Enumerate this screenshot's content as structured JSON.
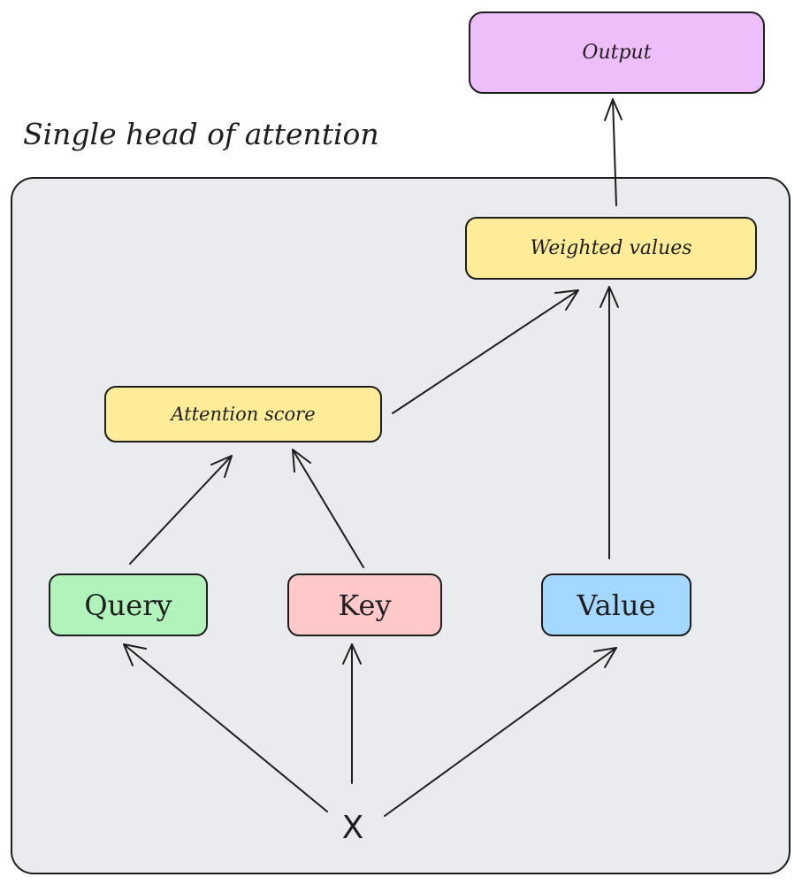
{
  "diagram": {
    "title": "Single head of attention",
    "nodes": {
      "output": {
        "label": "Output",
        "color": "#eebefa"
      },
      "weighted": {
        "label": "Weighted values",
        "color": "#ffec99"
      },
      "score": {
        "label": "Attention score",
        "color": "#ffec99"
      },
      "query": {
        "label": "Query",
        "color": "#b2f2bb"
      },
      "key": {
        "label": "Key",
        "color": "#ffc9c9"
      },
      "value": {
        "label": "Value",
        "color": "#a5d8ff"
      },
      "input": {
        "label": "X"
      }
    },
    "frame_color": "#e9ebee",
    "edges": [
      {
        "from": "input",
        "to": "query"
      },
      {
        "from": "input",
        "to": "key"
      },
      {
        "from": "input",
        "to": "value"
      },
      {
        "from": "query",
        "to": "score"
      },
      {
        "from": "key",
        "to": "score"
      },
      {
        "from": "score",
        "to": "weighted"
      },
      {
        "from": "value",
        "to": "weighted"
      },
      {
        "from": "weighted",
        "to": "output"
      }
    ]
  }
}
